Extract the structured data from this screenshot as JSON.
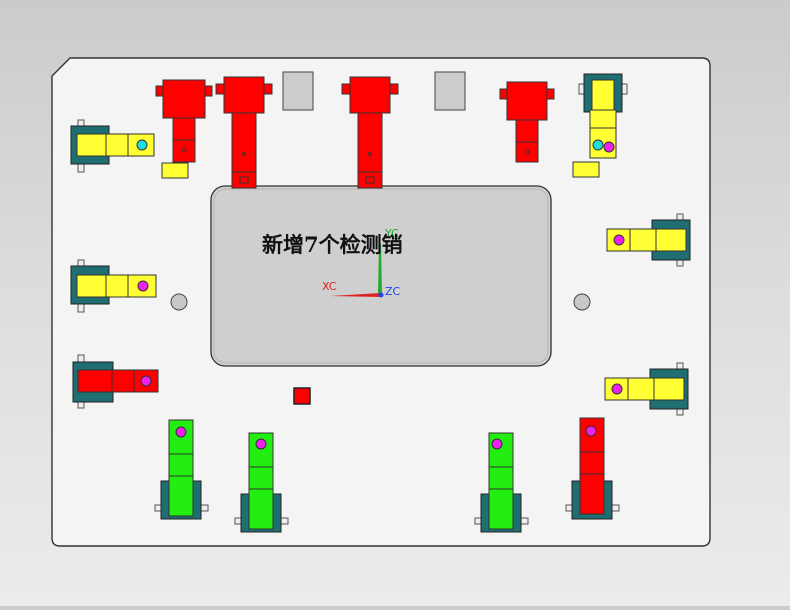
{
  "annotation": {
    "text": "新增7个检测销"
  },
  "triad": {
    "x_label": "XC",
    "y_label": "YC",
    "z_label": "ZC"
  },
  "colors": {
    "background_top": "#cbcbcb",
    "background_bottom": "#ececec",
    "base_plate": "#f4f4f4",
    "center_window": "#cfcfcf",
    "clamp_red": "#ff0000",
    "clamp_yellow": "#ffff33",
    "clamp_green": "#22ee11",
    "clamp_teal": "#1f6e72",
    "pin_magenta": "#ee22ee",
    "pin_cyan": "#22dddd",
    "block_gray": "#cccccc",
    "axis_x": "#dd2222",
    "axis_y": "#22aa33",
    "axis_z": "#2244ee"
  }
}
